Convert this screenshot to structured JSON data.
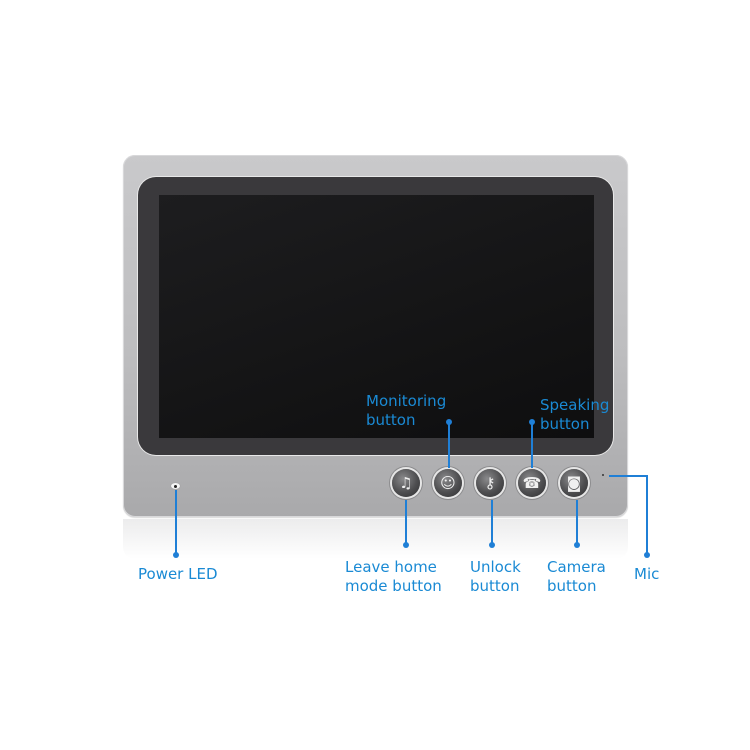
{
  "device": {
    "frame_color": "#c4c4c6",
    "bezel_color": "#3a393c",
    "screen_color": "#141415",
    "accent_color": "#1f7fd6"
  },
  "buttons": [
    {
      "name": "leave-home-mode",
      "icon": "music-note-icon",
      "glyph": "♫"
    },
    {
      "name": "monitoring",
      "icon": "person-monitor-icon",
      "glyph": "☺"
    },
    {
      "name": "unlock",
      "icon": "key-icon",
      "glyph": "⚷"
    },
    {
      "name": "speaking",
      "icon": "telephone-icon",
      "glyph": "☎"
    },
    {
      "name": "camera",
      "icon": "camera-icon",
      "glyph": "◙"
    }
  ],
  "labels": {
    "monitoring": {
      "line1": "Monitoring",
      "line2": "button"
    },
    "speaking": {
      "line1": "Speaking",
      "line2": "button"
    },
    "power_led": {
      "line1": "Power LED"
    },
    "leave_home": {
      "line1": "Leave home",
      "line2": "mode button"
    },
    "unlock": {
      "line1": "Unlock",
      "line2": "button"
    },
    "camera": {
      "line1": "Camera",
      "line2": "button"
    },
    "mic": {
      "line1": "Mic"
    }
  }
}
